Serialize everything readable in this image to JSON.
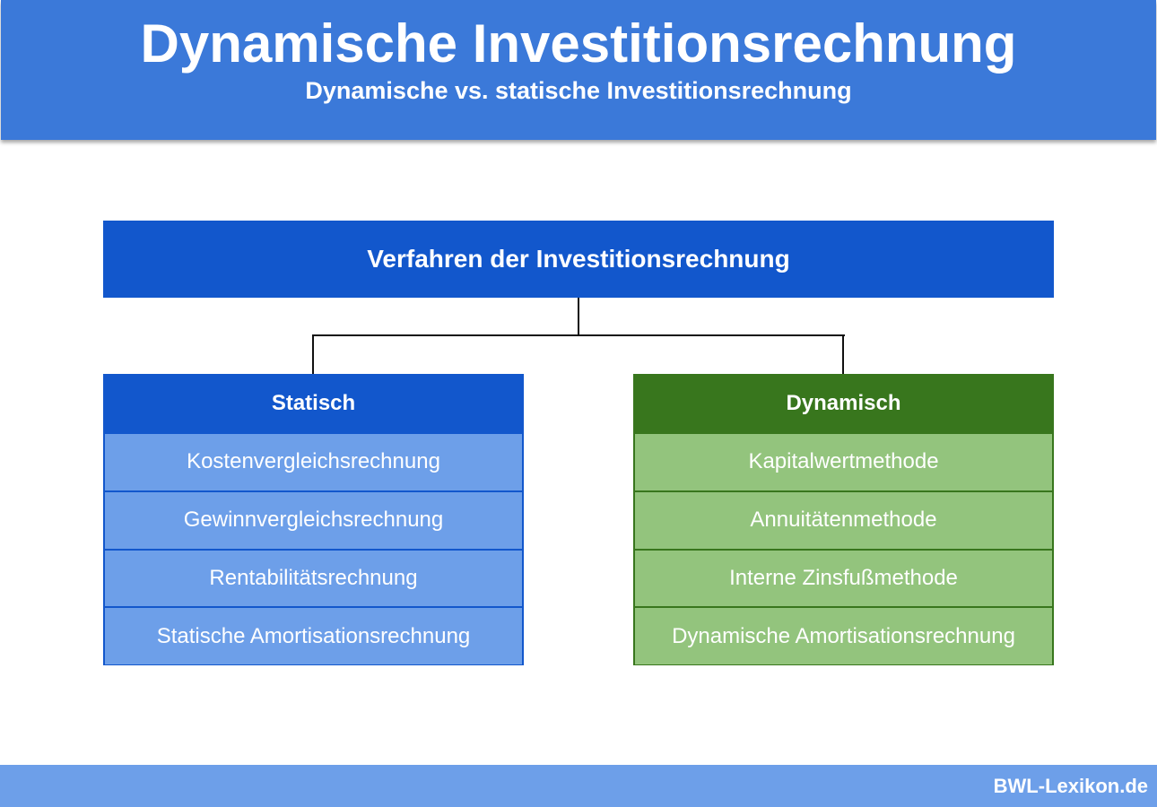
{
  "header": {
    "title": "Dynamische Investitionsrechnung",
    "subtitle": "Dynamische vs. statische Investitionsrechnung"
  },
  "root": "Verfahren der Investitionsrechnung",
  "static": {
    "title": "Statisch",
    "items": [
      "Kostenvergleichsrechnung",
      "Gewinnvergleichsrechnung",
      "Rentabilitätsrechnung",
      "Statische Amortisationsrechnung"
    ]
  },
  "dynamic": {
    "title": "Dynamisch",
    "items": [
      "Kapitalwertmethode",
      "Annuitätenmethode",
      "Interne Zinsfußmethode",
      "Dynamische Amortisationsrechnung"
    ]
  },
  "footer": "BWL-Lexikon.de"
}
